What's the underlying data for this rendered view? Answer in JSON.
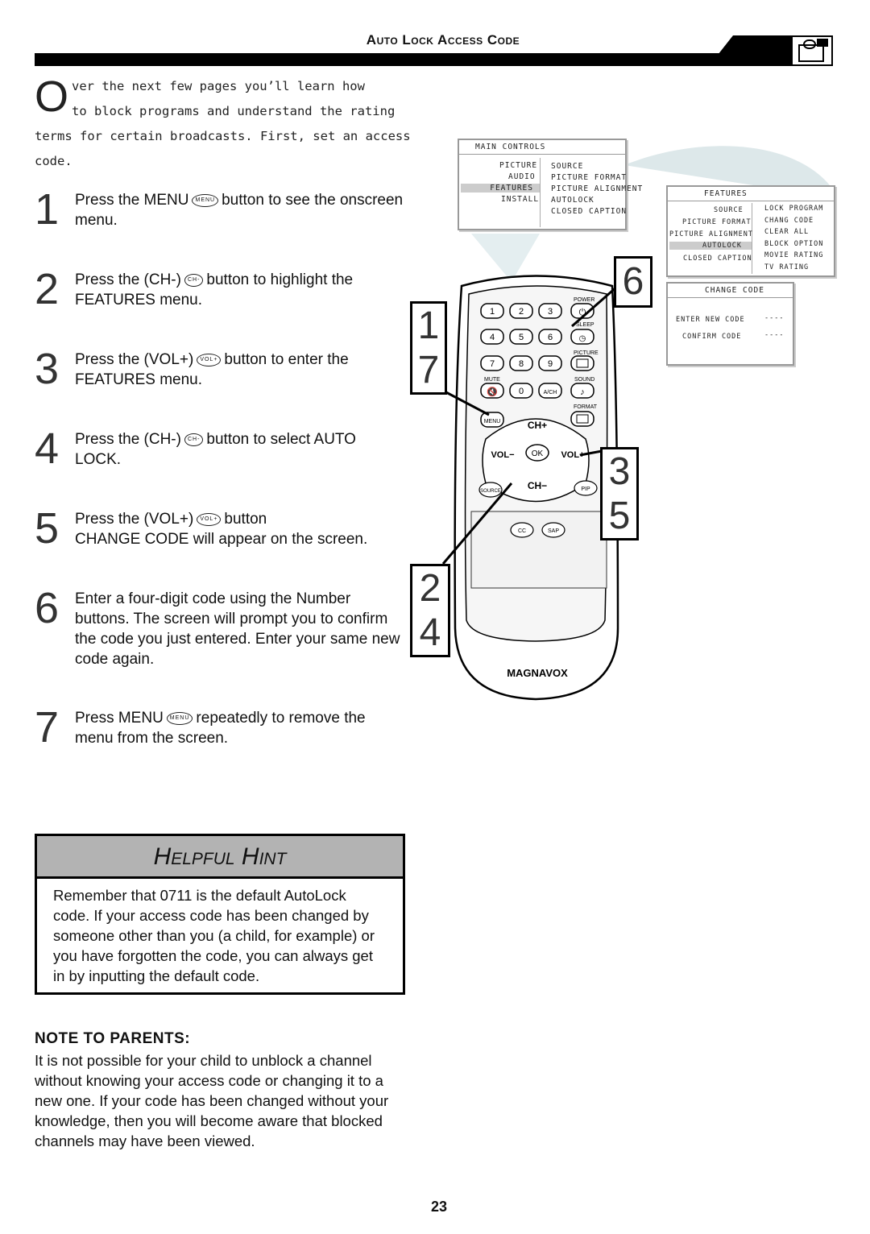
{
  "header": {
    "title": "Auto Lock Access Code"
  },
  "intro": {
    "dropcap": "O",
    "line1": "ver the next few pages you’ll learn how",
    "line2": "to block programs and understand the rating",
    "line3": "terms for certain broadcasts. First, set an access code."
  },
  "steps": [
    {
      "num": "1",
      "pre": "Press the MENU",
      "icon": "MENU",
      "post": "button to see the onscreen menu."
    },
    {
      "num": "2",
      "pre": "Press the (CH-)",
      "icon": "CH-",
      "post": "button to highlight the FEATURES menu."
    },
    {
      "num": "3",
      "pre": "Press the (VOL+)",
      "icon": "VOL+",
      "post": "button to enter the FEATURES menu."
    },
    {
      "num": "4",
      "pre": "Press the (CH-)",
      "icon": "CH-",
      "post": "button to select AUTO LOCK."
    },
    {
      "num": "5",
      "pre": "Press the (VOL+)",
      "icon": "VOL+",
      "post": "button",
      "extra": "CHANGE CODE will appear on the screen."
    },
    {
      "num": "6",
      "text": "Enter a four-digit code using the Number buttons. The screen will prompt you to confirm the code you just entered. Enter your same new code again."
    },
    {
      "num": "7",
      "pre": "Press MENU",
      "icon": "MENU",
      "post": "repeatedly to remove the menu from the screen."
    }
  ],
  "hint": {
    "title": "Helpful Hint",
    "body": "Remember that 0711 is the default AutoLock code. If your access code has been changed by someone other than you (a child, for example) or you have forgotten the code, you can always get in by inputting the default code."
  },
  "note": {
    "title": "NOTE TO PARENTS:",
    "body": "It is not possible for your child to unblock a channel without knowing your access code or changing it to a new one. If your code has been changed without your knowledge, then you will become aware that blocked channels may have been viewed."
  },
  "page_number": "23",
  "main_menu": {
    "title": "MAIN CONTROLS",
    "left": [
      "PICTURE",
      "AUDIO",
      "FEATURES",
      "INSTALL"
    ],
    "right": [
      "SOURCE",
      "PICTURE FORMAT",
      "PICTURE ALIGNMENT",
      "AUTOLOCK",
      "CLOSED CAPTION"
    ]
  },
  "features_menu": {
    "title": "FEATURES",
    "left": [
      "SOURCE",
      "PICTURE FORMAT",
      "PICTURE ALIGNMENT",
      "AUTOLOCK",
      "CLOSED CAPTION"
    ],
    "right": [
      "LOCK PROGRAM",
      "CHANG CODE",
      "CLEAR ALL",
      "BLOCK OPTION",
      "MOVIE RATING",
      "TV RATING"
    ]
  },
  "change_code_menu": {
    "title": "CHANGE CODE",
    "rows": [
      {
        "label": "ENTER NEW CODE",
        "value": "----"
      },
      {
        "label": "CONFIRM CODE",
        "value": "----"
      }
    ]
  },
  "remote": {
    "brand": "MAGNAVOX",
    "labels": {
      "power": "POWER",
      "sleep": "SLEEP",
      "picture": "PICTURE",
      "mute": "MUTE",
      "sound": "SOUND",
      "format": "FORMAT",
      "menu": "MENU",
      "ch_up": "CH+",
      "ch_down": "CH−",
      "vol_down": "VOL−",
      "vol_up": "VOL+",
      "ok": "OK",
      "source": "SOURCE",
      "pip": "PIP",
      "cc": "CC",
      "sap": "SAP",
      "ach": "A/CH"
    },
    "digits": [
      "1",
      "2",
      "3",
      "4",
      "5",
      "6",
      "7",
      "8",
      "9",
      "0"
    ]
  },
  "callouts": [
    "1",
    "7",
    "6",
    "3",
    "5",
    "2",
    "4"
  ]
}
